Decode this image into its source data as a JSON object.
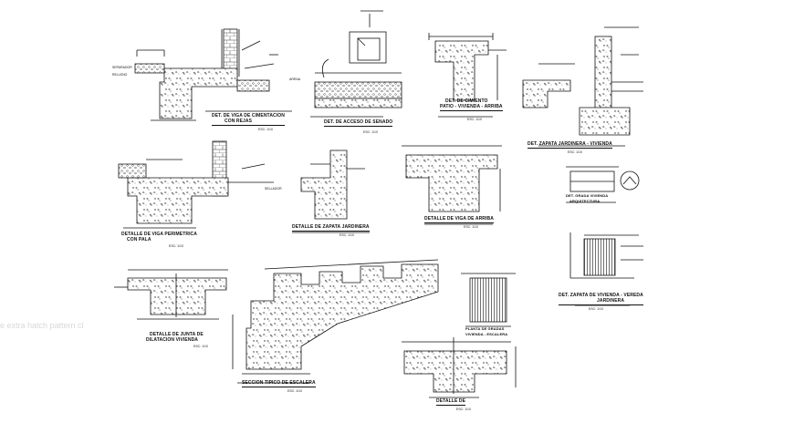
{
  "captions": {
    "c1_line1": "DET. DE VIGA DE CIMENTACION",
    "c1_line2": "CON REJAS",
    "c1_scale": "ESC: 1/10",
    "c2": "DET. DE ACCESO DE SENADO",
    "c2_scale": "ESC: 1/10",
    "c3_line1": "DET. DE CIMIENTO",
    "c3_line2": "PATIO - VIVIENDA - ARRIBA",
    "c3_scale": "ESC: 1/10",
    "c4": "DET. ZAPATA JARDINERA - VIVIENDA",
    "c4_scale": "ESC: 1/10",
    "c5_line1": "DETALLE DE VIGA PERIMETRICA",
    "c5_line2": "CON PALA",
    "c5_scale": "ESC: 1/10",
    "c6": "DETALLE DE ZAPATA JARDINERA",
    "c6_scale": "ESC: 1/10",
    "c7": "DETALLE DE VIGA DE ARRIBA",
    "c7_scale": "ESC: 1/10",
    "c8_line1": "DET. GRADA VIVIENDA",
    "c8_line2": "ARQUITECTURA",
    "c9_line1": "DET. ZAPATA DE VIVIENDA - VEREDA",
    "c9_line2": "JARDINERA",
    "c9_scale": "ESC: 1/10",
    "c10_line1": "DETALLE DE JUNTA DE",
    "c10_line2": "DILATACION VIVIENDA",
    "c10_scale": "ESC: 1/10",
    "c11": "SECCION TIPICO DE ESCALERA",
    "c11_scale": "ESC: 1/10",
    "c12_line1": "PLANTA DE GRADAS",
    "c12_line2": "VIVIENDA - ESCALERA",
    "c13": "DETALLE DE",
    "c13_scale": "ESC: 1/10"
  },
  "side_labels": {
    "a1": "SEPARADOR",
    "a2": "RELLENO",
    "a3": "ARENA",
    "a4": "SELLADOR"
  },
  "watermark": "e extra hatch pattern cl",
  "colors": {
    "line": "#111111",
    "background": "#ffffff",
    "watermark": "#d8d8d8"
  }
}
